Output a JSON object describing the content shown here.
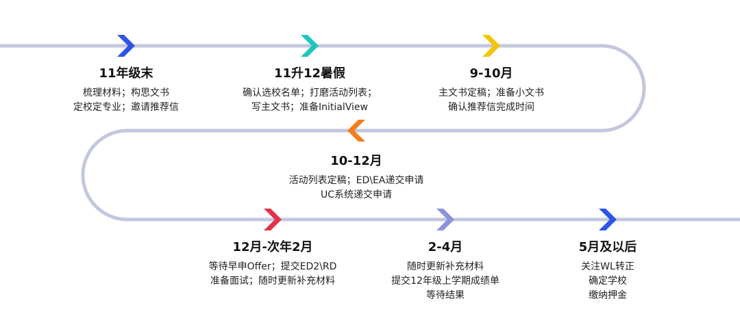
{
  "colors": {
    "track": "#c3c7de",
    "blue": "#2f55e6",
    "teal": "#1fc6c0",
    "yellow": "#f5c400",
    "orange": "#f47c1b",
    "red": "#e3334a",
    "lavender": "#8a92d8"
  },
  "stages": [
    {
      "title": "11年级末",
      "lines": [
        "梳理材料；构思文书",
        "定校定专业；邀请推荐信"
      ],
      "arrow_color": "blue",
      "arrow_icon": "chevron-right-icon"
    },
    {
      "title": "11升12暑假",
      "lines": [
        "确认选校名单；打磨活动列表；",
        "写主文书；准备InitialView"
      ],
      "arrow_color": "teal",
      "arrow_icon": "chevron-right-icon"
    },
    {
      "title": "9-10月",
      "lines": [
        "主文书定稿；准备小文书",
        "确认推荐信完成时间"
      ],
      "arrow_color": "yellow",
      "arrow_icon": "chevron-right-icon"
    },
    {
      "title": "10-12月",
      "lines": [
        "活动列表定稿；ED\\EA递交申请",
        "UC系统递交申请"
      ],
      "arrow_color": "orange",
      "arrow_icon": "chevron-left-icon"
    },
    {
      "title": "12月-次年2月",
      "lines": [
        "等待早申Offer；提交ED2\\RD",
        "准备面试；随时更新补充材料"
      ],
      "arrow_color": "red",
      "arrow_icon": "chevron-right-icon"
    },
    {
      "title": "2-4月",
      "lines": [
        "随时更新补充材料",
        "提交12年级上学期成绩单",
        "等待结果"
      ],
      "arrow_color": "lavender",
      "arrow_icon": "chevron-right-icon"
    },
    {
      "title": "5月及以后",
      "lines": [
        "关注WL转正",
        "确定学校",
        "缴纳押金"
      ],
      "arrow_color": "blue",
      "arrow_icon": "chevron-right-icon"
    }
  ]
}
